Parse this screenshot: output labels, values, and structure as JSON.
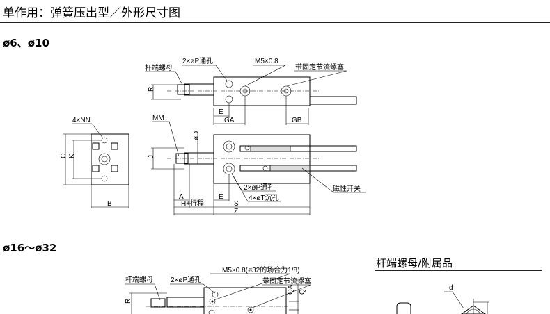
{
  "page_title": "单作用：弹簧压出型／外形尺寸图",
  "section1": {
    "heading": "ø6、ø10",
    "labels": {
      "rod_nut": "杆端螺母",
      "port_hole": "2×øP通孔",
      "m5": "M5×0.8",
      "throttle": "带固定节流螺塞",
      "R": "R",
      "E": "E",
      "GA": "GA",
      "GB": "GB",
      "MM": "MM",
      "D": "øD",
      "J": "J",
      "port_hole2": "2×øP通孔",
      "counterbore": "4×øT沉孔",
      "switch": "磁性开关",
      "A": "A",
      "H": "H+行程",
      "S": "S",
      "Z": "Z",
      "NN": "4×NN",
      "C": "C",
      "K": "K",
      "B": "B"
    }
  },
  "section2": {
    "heading": "ø16～ø32",
    "labels": {
      "rod_nut": "杆端螺母",
      "port_hole": "2×øP通孔",
      "m5": "M5×0.8(ø32的场合为1/8)",
      "throttle": "带固定节流螺塞",
      "R": "R",
      "QA": "QA",
      "Q": "Q"
    }
  },
  "accessory": {
    "heading": "杆端螺母/附属品",
    "d": "d"
  }
}
